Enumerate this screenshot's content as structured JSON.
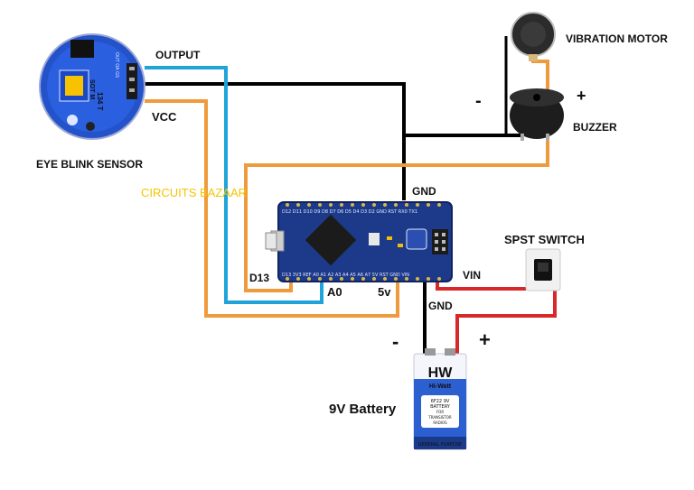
{
  "labels": {
    "output": "OUTPUT",
    "vcc": "VCC",
    "sensor": "EYE BLINK SENSOR",
    "watermark": "CIRCUITS BAZAAR",
    "gnd_top": "GND",
    "gnd_bottom": "GND",
    "d13": "D13",
    "a0": "A0",
    "five_v": "5v",
    "vin": "VIN",
    "motor": "VIBRATION MOTOR",
    "buzzer": "BUZZER",
    "minus_buzzer": "-",
    "plus_buzzer": "+",
    "switch": "SPST SWITCH",
    "minus_batt": "-",
    "plus_batt": "+",
    "battery": "9V Battery"
  },
  "sensor_board": {
    "chip_text_1": "134 T",
    "chip_text_2": "SOT M",
    "pin_text": "OUT OA GS"
  },
  "arduino": {
    "top_pins": "D12 D11 D10 D9 D8 D7 D6 D5 D4 D3 D2 GND RST RX0 TX1",
    "bottom_pins": "D13 3V3 REF A0 A1 A2 A3 A4 A5 A6 A7 5V RST GND VIN"
  },
  "battery": {
    "brand_logo": "HW",
    "brand_name": "Hi-Watt",
    "spec_line_1": "6F22 9V",
    "spec_line_2": "BATTERY",
    "spec_line_3": "FOR",
    "spec_line_4": "TRANSISTOR",
    "spec_line_5": "RADIOS",
    "purpose": "GENERAL PURPOSE"
  },
  "colors": {
    "wire_black": "#000000",
    "wire_blue": "#1fa3d8",
    "wire_orange": "#ef9a3c",
    "wire_red": "#d9282a",
    "board_blue": "#1d3a8a",
    "sensor_blue": "#2452c9",
    "watermark": "#f5c400"
  }
}
